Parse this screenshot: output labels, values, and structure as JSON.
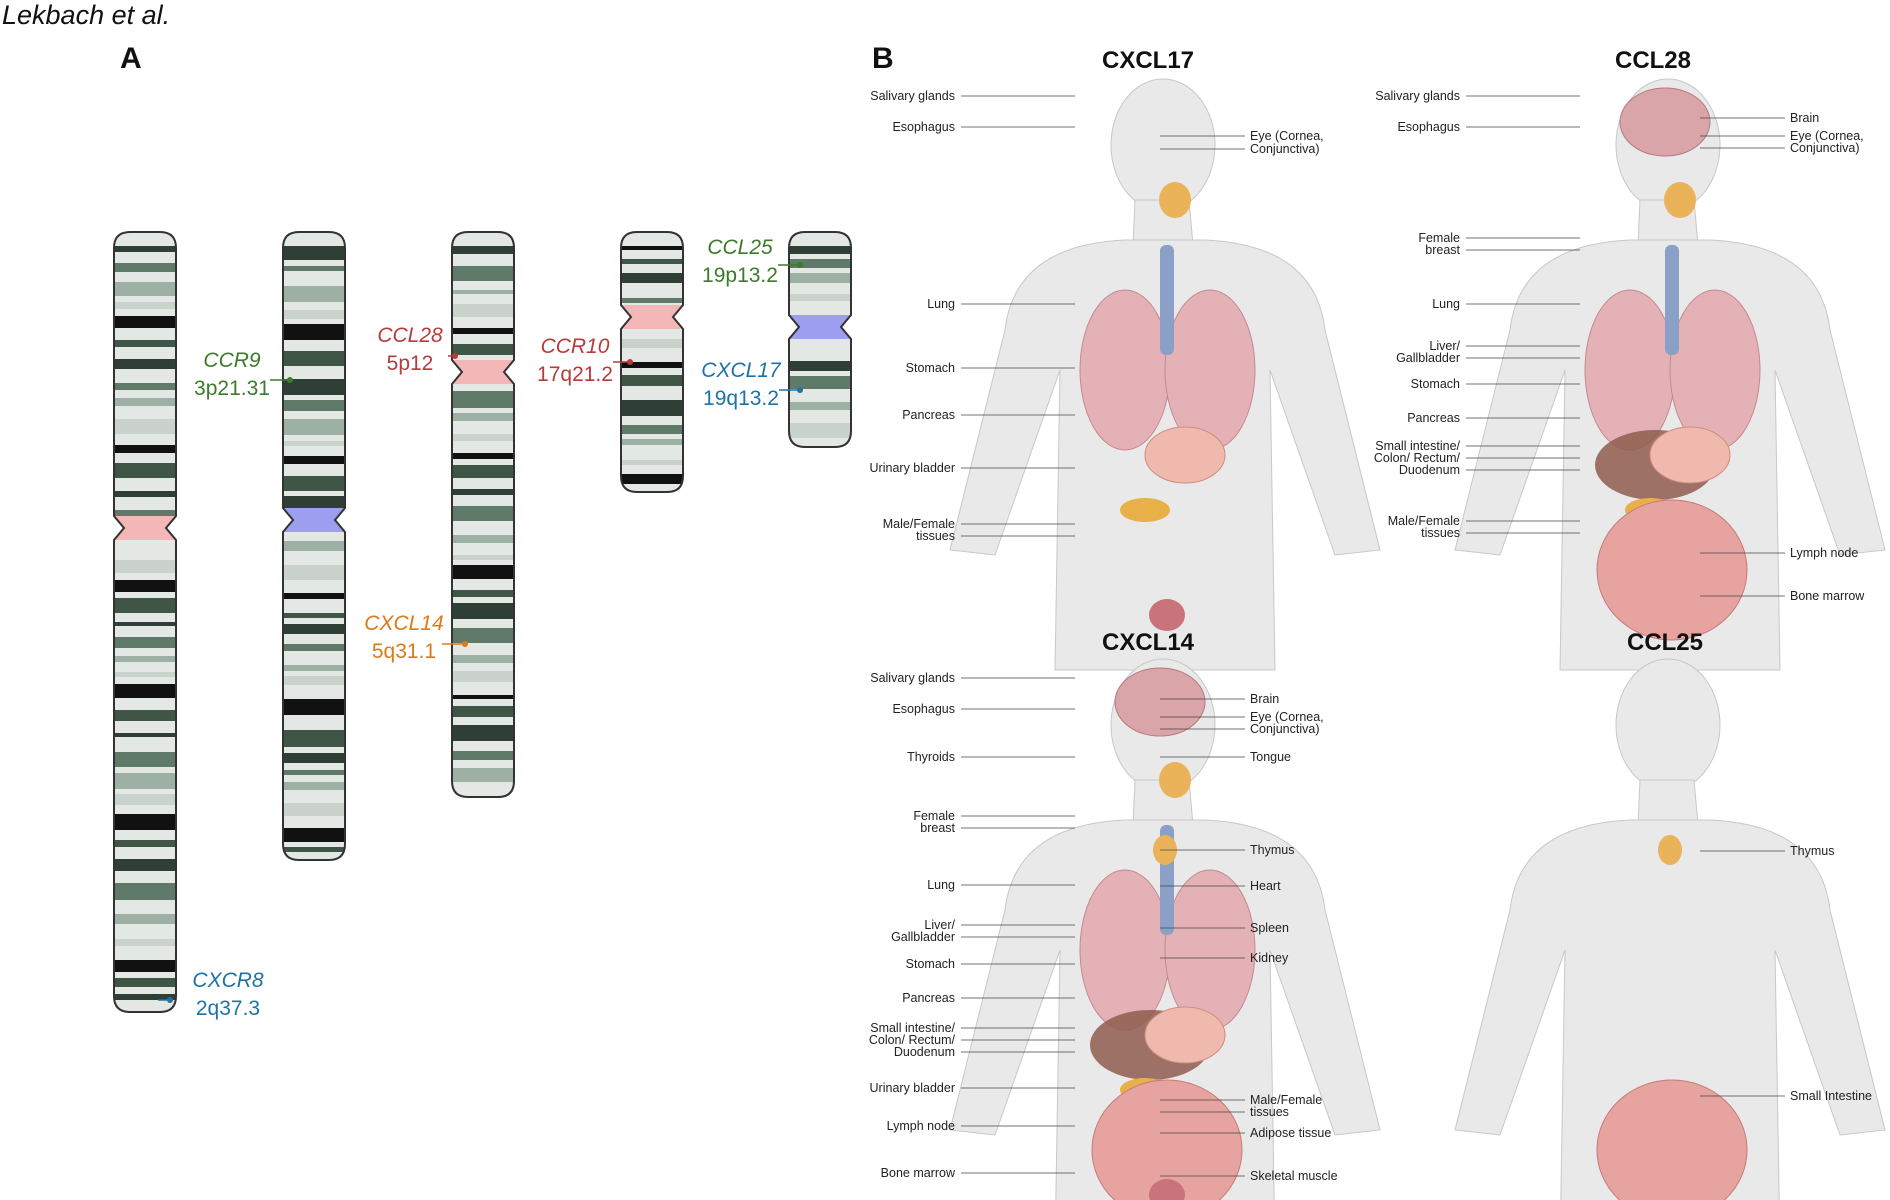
{
  "author": "Lekbach et al.",
  "panel_a": {
    "letter": "A"
  },
  "panel_b": {
    "letter": "B"
  },
  "colors": {
    "green": "#3d7a2b",
    "red": "#b83a3a",
    "blue": "#1f72a8",
    "orange": "#dd7a15",
    "centromere_pink": "#f4b7b7",
    "centromere_blue": "#9e9ef0"
  },
  "chromosome_labels": [
    {
      "gene": "CCR9",
      "locus": "3p21.31",
      "color": "green"
    },
    {
      "gene": "CCL28",
      "locus": "5p12",
      "color": "red"
    },
    {
      "gene": "CXCL14",
      "locus": "5q31.1",
      "color": "orange"
    },
    {
      "gene": "CCR10",
      "locus": "17q21.2",
      "color": "red"
    },
    {
      "gene": "CCL25",
      "locus": "19p13.2",
      "color": "green"
    },
    {
      "gene": "CXCL17",
      "locus": "19q13.2",
      "color": "blue"
    },
    {
      "gene": "CXCR8",
      "locus": "2q37.3",
      "color": "blue"
    }
  ],
  "expression_panels": [
    {
      "title": "CXCL17",
      "left_labels": [
        "Salivary glands",
        "Esophagus",
        "Lung",
        "Stomach",
        "Pancreas",
        "Urinary bladder",
        "Male/Female",
        "tissues"
      ],
      "right_labels": [
        "Eye (Cornea,",
        "Conjunctiva)"
      ]
    },
    {
      "title": "CCL28",
      "left_labels": [
        "Salivary glands",
        "Esophagus",
        "Female",
        "breast",
        "Lung",
        "Liver/",
        "Gallbladder",
        "Stomach",
        "Pancreas",
        "Small intestine/",
        "Colon/ Rectum/",
        "Duodenum",
        "Male/Female",
        "tissues"
      ],
      "right_labels": [
        "Brain",
        "Eye (Cornea,",
        "Conjunctiva)",
        "Lymph node",
        "Bone marrow"
      ]
    },
    {
      "title": "CXCL14",
      "left_labels": [
        "Salivary glands",
        "Esophagus",
        "Thyroids",
        "Female",
        "breast",
        "Lung",
        "Liver/",
        "Gallbladder",
        "Stomach",
        "Pancreas",
        "Small intestine/",
        "Colon/ Rectum/",
        "Duodenum",
        "Urinary bladder",
        "Lymph node",
        "Bone marrow"
      ],
      "right_labels": [
        "Brain",
        "Eye (Cornea,",
        "Conjunctiva)",
        "Tongue",
        "Thymus",
        "Heart",
        "Spleen",
        "Kidney",
        "Male/Female",
        "tissues",
        "Adipose tissue",
        "Skeletal muscle"
      ]
    },
    {
      "title": "CCL25",
      "left_labels": [],
      "right_labels": [
        "Thymus",
        "Small Intestine"
      ]
    }
  ]
}
